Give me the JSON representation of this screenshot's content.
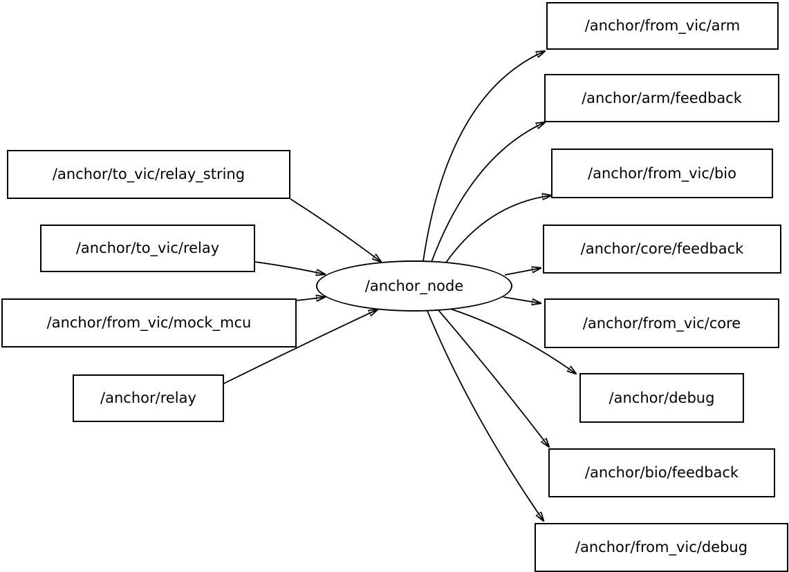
{
  "graph": {
    "center_node": {
      "label": "/anchor_node",
      "shape": "ellipse"
    },
    "input_topics": [
      {
        "label": "/anchor/to_vic/relay_string"
      },
      {
        "label": "/anchor/to_vic/relay"
      },
      {
        "label": "/anchor/from_vic/mock_mcu"
      },
      {
        "label": "/anchor/relay"
      }
    ],
    "output_topics": [
      {
        "label": "/anchor/from_vic/arm"
      },
      {
        "label": "/anchor/arm/feedback"
      },
      {
        "label": "/anchor/from_vic/bio"
      },
      {
        "label": "/anchor/core/feedback"
      },
      {
        "label": "/anchor/from_vic/core"
      },
      {
        "label": "/anchor/debug"
      },
      {
        "label": "/anchor/bio/feedback"
      },
      {
        "label": "/anchor/from_vic/debug"
      }
    ],
    "edges": [
      {
        "from": "/anchor/to_vic/relay_string",
        "to": "/anchor_node"
      },
      {
        "from": "/anchor/to_vic/relay",
        "to": "/anchor_node"
      },
      {
        "from": "/anchor/from_vic/mock_mcu",
        "to": "/anchor_node"
      },
      {
        "from": "/anchor/relay",
        "to": "/anchor_node"
      },
      {
        "from": "/anchor_node",
        "to": "/anchor/from_vic/arm"
      },
      {
        "from": "/anchor_node",
        "to": "/anchor/arm/feedback"
      },
      {
        "from": "/anchor_node",
        "to": "/anchor/from_vic/bio"
      },
      {
        "from": "/anchor_node",
        "to": "/anchor/core/feedback"
      },
      {
        "from": "/anchor_node",
        "to": "/anchor/from_vic/core"
      },
      {
        "from": "/anchor_node",
        "to": "/anchor/debug"
      },
      {
        "from": "/anchor_node",
        "to": "/anchor/bio/feedback"
      },
      {
        "from": "/anchor_node",
        "to": "/anchor/from_vic/debug"
      }
    ],
    "colors": {
      "background": "#ffffff",
      "node_fill": "#ffffff",
      "stroke": "#000000",
      "text": "#000000"
    }
  }
}
